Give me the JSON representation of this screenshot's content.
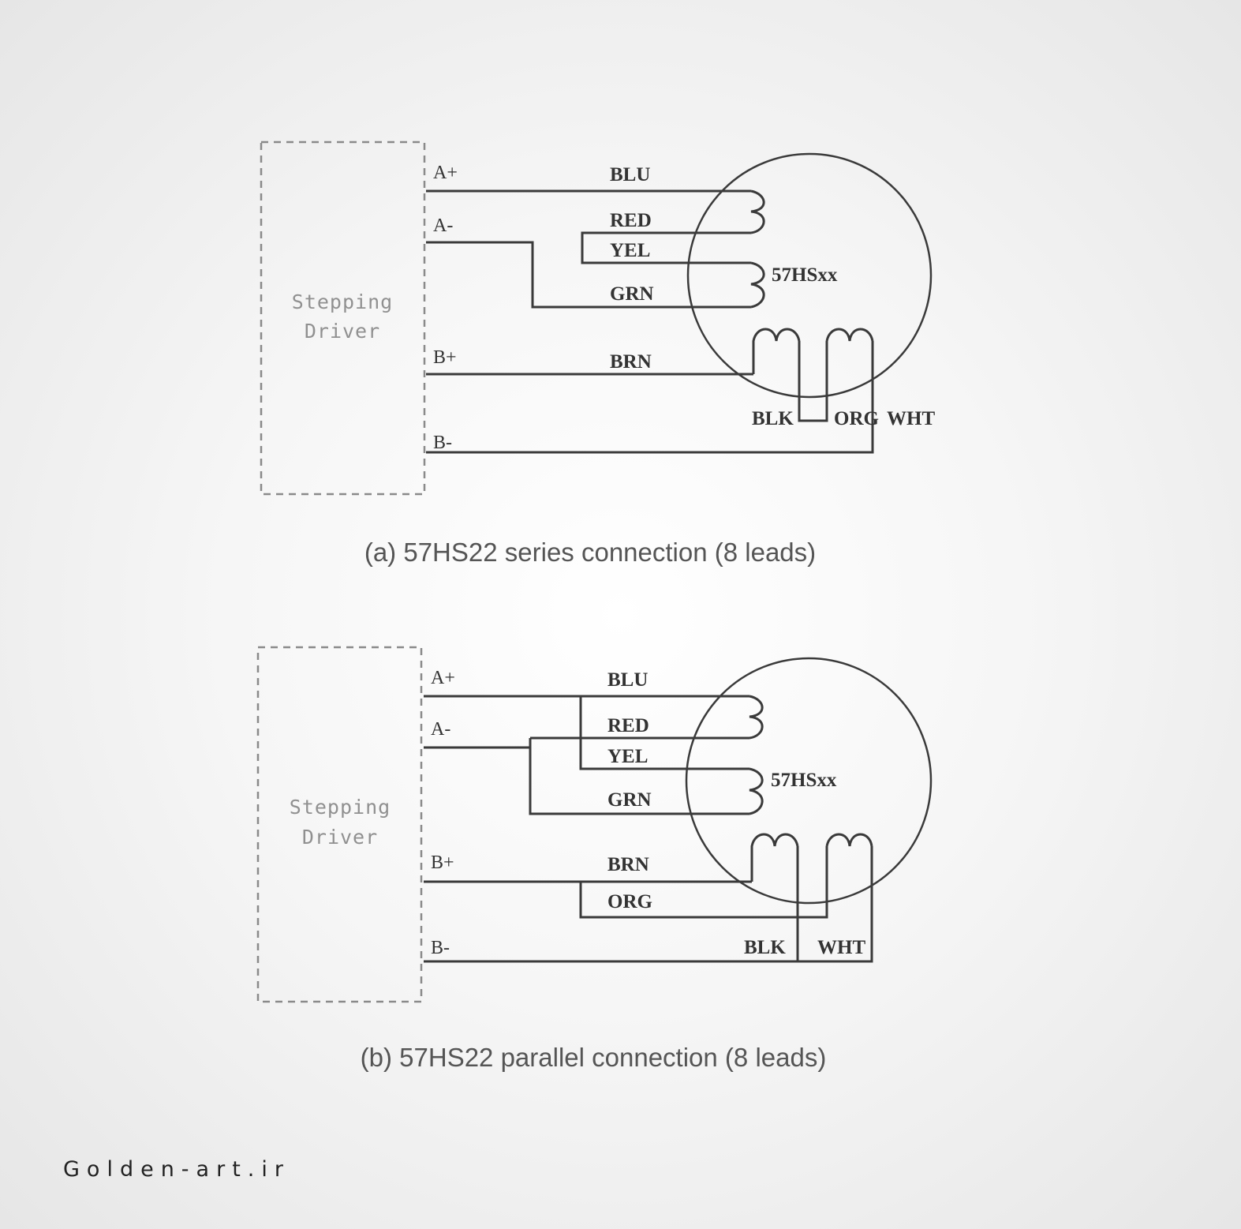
{
  "diagram_a": {
    "driver_label": [
      "Stepping",
      "Driver"
    ],
    "terminals": [
      "A+",
      "A-",
      "B+",
      "B-"
    ],
    "wires": [
      "BLU",
      "RED",
      "YEL",
      "GRN",
      "BRN",
      "BLK",
      "ORG",
      "WHT"
    ],
    "motor_label": "57HSxx",
    "caption": "(a) 57HS22 series connection (8 leads)"
  },
  "diagram_b": {
    "driver_label": [
      "Stepping",
      "Driver"
    ],
    "terminals": [
      "A+",
      "A-",
      "B+",
      "B-"
    ],
    "wires": [
      "BLU",
      "RED",
      "YEL",
      "GRN",
      "BRN",
      "ORG",
      "BLK",
      "WHT"
    ],
    "motor_label": "57HSxx",
    "caption": "(b) 57HS22 parallel connection (8 leads)"
  },
  "watermark": "Golden-art.ir"
}
